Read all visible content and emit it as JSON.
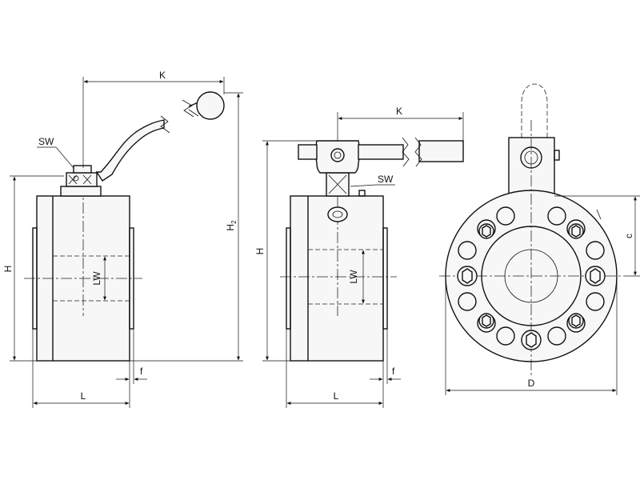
{
  "labels": {
    "K": "K",
    "SW": "SW",
    "H": "H",
    "H2_main": "H",
    "H2_sub": "2",
    "LW": "LW",
    "L": "L",
    "f": "f",
    "c": "c",
    "D": "D"
  },
  "colors": {
    "line": "#111111",
    "body_fill": "#f7f7f7",
    "background": "#ffffff"
  }
}
